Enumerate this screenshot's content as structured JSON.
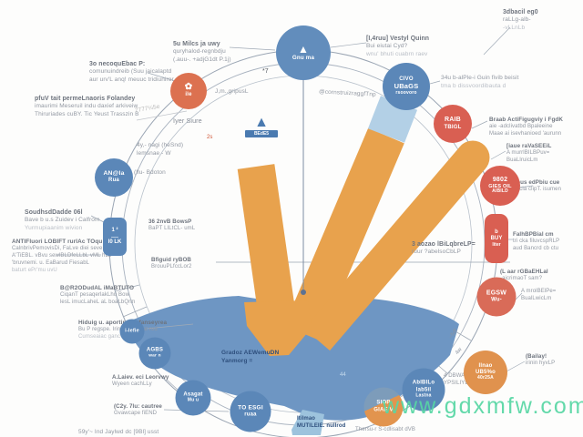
{
  "watermark": "www.gdxmfw.com",
  "colors": {
    "node_blue": "#5b87b8",
    "node_red": "#d95f52",
    "node_salmon": "#d96b58",
    "node_orange": "#e0924e",
    "node_orangered": "#dc7150",
    "ray_orange": "#e8a24d",
    "ray_tip_blue": "#b3d0e6",
    "blob_blue": "#6e96c3",
    "ring_grey": "#9aa5b3",
    "label_grey": "#9298a2",
    "navy_text": "#2e4f7d",
    "watermark_green": "#57d7a4"
  },
  "nodes": {
    "top": {
      "lines": [
        "Gnu ma"
      ]
    },
    "civo": {
      "lines": [
        "CIVO",
        "UBaGS",
        "rsoovoro"
      ]
    },
    "raib": {
      "lines": [
        "RAIB",
        "TBIGL"
      ]
    },
    "n9802": {
      "lines": [
        "9802",
        "GIES OIL",
        "AlBILD"
      ]
    },
    "buy": {
      "lines": [
        "b",
        "BUY",
        "liter"
      ]
    },
    "egsw": {
      "lines": [
        "EGSW",
        "Wu-"
      ]
    },
    "ilnao": {
      "lines": [
        "Ilnao",
        "UB5%o",
        "40r25A"
      ]
    },
    "ablb": {
      "lines": [
        "AblBILo",
        "lab5il",
        "Lastna"
      ]
    },
    "siop": {
      "lines": [
        "SIOP",
        "GIAE V"
      ]
    },
    "toesgi": {
      "lines": [
        "TO ESGI",
        "ruaa"
      ]
    },
    "asagat": {
      "lines": [
        "Asagat",
        "Mu u"
      ]
    },
    "agbs": {
      "lines": [
        "AGBS",
        "war n"
      ]
    },
    "ilefie": {
      "lines": [
        "i-lefie"
      ]
    },
    "anoia": {
      "lines": [
        "AN@Ia",
        "Rua"
      ]
    },
    "steps": {
      "lines": [
        "1 ²",
        "I0 LK"
      ]
    },
    "ile": {
      "lines": [
        "ile"
      ]
    },
    "mountain_badge": {
      "label": "BEdE5"
    }
  },
  "labels": {
    "t3o": {
      "lines": [
        "3o necoquEbac P:",
        "comunuindreib (Suu jaicalaptd",
        "aur urv'L anq! meuuc tridiuniror"
      ]
    },
    "t5o": {
      "lines": [
        "5u Milcs ja uwy",
        "quryhalod-regnbdju",
        "(.auu-. +adjG1dt P.1j)"
      ]
    },
    "tl3": {
      "lines": [
        "pfuV tait permeLnaoris Folandey",
        "imaurimi Meseruil indu daxief arkiveiw",
        "Thiruriades cuBY. Tic Yeust Trasszin B"
      ]
    },
    "t777": {
      "lines": [
        "7777¼5e"
      ]
    },
    "grip": {
      "lines": [
        "J,m..gripusL"
      ]
    },
    "iyer": {
      "lines": [
        "Iyer  Siure"
      ]
    },
    "ynagi": {
      "lines": [
        "4y,- nagi (heSnd)",
        "lemsnae - W"
      ]
    },
    "ilu": {
      "lines": [
        "(Ilu- Bdoton"
      ]
    },
    "ghern": {
      "lines": [
        "@cornstruizraggfTnp"
      ]
    },
    "vest": {
      "lines": [
        "[I,4ruu] Vestyl Quinn",
        "Bui eiutai Cyd?",
        "wnu' bhuti cuabrn raev"
      ]
    },
    "t34u": {
      "lines": [
        "34u b-alPle-i Guin fivib beisit",
        "tma b dissvoordibauta d"
      ]
    },
    "t3db": {
      "lines": [
        "3dbacil eg0",
        "raLLg-alb-",
        "-vLLnLb"
      ]
    },
    "braab": {
      "lines": [
        "Braab ActiFigugviy i FgdK",
        "aie -adclivatbd Bpaleeine",
        "Maae ai isevhanioed 'aurunn"
      ]
    },
    "iaue": {
      "lines": [
        "[iaue raVaSEEiL",
        "A murrlBILBPuv=",
        "BuaLlruicLm"
      ]
    },
    "sous": {
      "lines": [
        "Sous edPbiu cue",
        "forcia clipT. isumen"
      ]
    },
    "falh": {
      "lines": [
        "FalhBPBial cm",
        "tri cka filuvcspRLP",
        "aud Bancrd cb ctu"
      ]
    },
    "laar": {
      "lines": [
        "(L aar rGBaEHLal",
        "-aicrimaoT sam?"
      ]
    },
    "amro": {
      "lines": [
        "A mrolBElPe=",
        "BualLwicLm"
      ]
    },
    "bail": {
      "lines": [
        "(Bailay!",
        "irinin hyvLP"
      ]
    },
    "dbway": {
      "lines": [
        "4 DBWAY!",
        "YPSILIYLIP"
      ]
    },
    "t3aoz": {
      "lines": [
        "3 aozao lBiLqbreLP=",
        "ruur ?abelsoCbLP"
      ]
    },
    "soud": {
      "lines": [
        "SoudhsdDadde 06l",
        "Bave b u.s Zuidev i Calfrom",
        "Yurmupiaanim wivion"
      ]
    },
    "anti": {
      "lines": [
        "ANTIFIuori LOBIFT rurIAc TOqu d",
        "CalnbrivPemovisDi, FaLve diei seve u vit",
        "A'TiEBL. vBvu sewlBLDfeLLbL vML hLL",
        "'bruvnemi. u. EaBarud FiesabL",
        "baturt ePr'mu uvU"
      ]
    },
    "be2": {
      "lines": [
        "36 2nvB BowsP",
        "BaPT LILtCL- umL"
      ]
    },
    "bdb": {
      "lines": [
        "Bfiguid ryBOB",
        "BrouuPLfccLor2"
      ]
    },
    "b2r": {
      "lines": [
        "B@R2ODudAL iMaBTUTO",
        "CiqanT pesaqerlakLhu Bow",
        "lesL imucLaheL aL boaLbQrm"
      ]
    },
    "hiduig": {
      "lines": [
        "Hiduig u. aportiruciv-fanseyrea",
        "Bu P regspe. Iring paru tuat rod",
        "Cumseaiac ganc vm"
      ]
    },
    "alaiev": {
      "lines": [
        "A.Laiev. eci Leorvwy",
        "Wyeen cachLLy"
      ]
    },
    "c2y": {
      "lines": [
        "(C2y. 7lu: cautree",
        "Gvawcape fiEND"
      ]
    },
    "sek": {
      "lines": [
        "59y'~ Ind Jaylwd dc [9Bl] usst"
      ]
    },
    "itil": {
      "lines": [
        "Itilmao",
        "MUTILEIE. nullrod"
      ]
    },
    "thersu": {
      "lines": [
        "Thersu-r S-cdlisabt dVB"
      ]
    }
  },
  "blob": {
    "lines": [
      "Gradoz  AEWemuDN",
      "Yanmorg ="
    ]
  },
  "marks": {
    "star7": "*7",
    "s2": "2s",
    "n44": "44",
    "tick5df": "~5df",
    "tick4w": "4w"
  }
}
